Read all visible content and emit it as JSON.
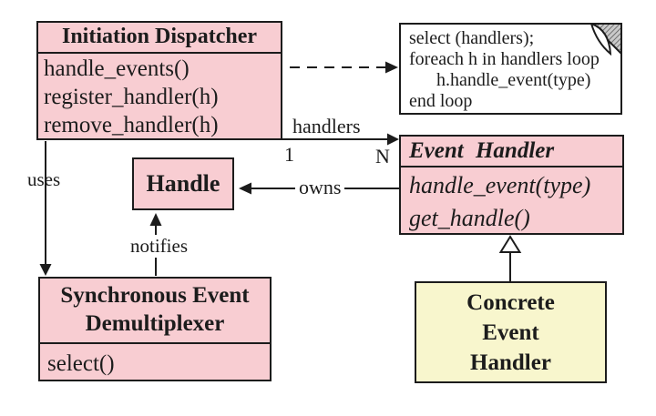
{
  "colors": {
    "class_fill": "#f8cdd2",
    "concrete_fill": "#f8f6cd",
    "note_fill": "#ffffff",
    "line": "#1c1c1c",
    "background": "#ffffff"
  },
  "diagram": {
    "initiation_dispatcher": {
      "title": "Initiation Dispatcher",
      "methods": [
        "handle_events()",
        "register_handler(h)",
        "remove_handler(h)"
      ]
    },
    "note": {
      "lines": [
        "select (handlers);",
        "foreach h in handlers loop",
        "h.handle_event(type)",
        "end loop"
      ]
    },
    "event_handler": {
      "title": "Event Handler",
      "methods": [
        "handle_event(type)",
        "get_handle()"
      ]
    },
    "handle": {
      "title": "Handle"
    },
    "synchronous_event_demultiplexer": {
      "title_lines": [
        "Synchronous Event",
        "Demultiplexer"
      ],
      "methods": [
        "select()"
      ]
    },
    "concrete_event_handler": {
      "title_lines": [
        "Concrete",
        "Event",
        "Handler"
      ]
    },
    "labels": {
      "handlers": "handlers",
      "multiplicity_one": "1",
      "multiplicity_n": "N",
      "owns": "owns",
      "uses": "uses",
      "notifies": "notifies"
    }
  }
}
